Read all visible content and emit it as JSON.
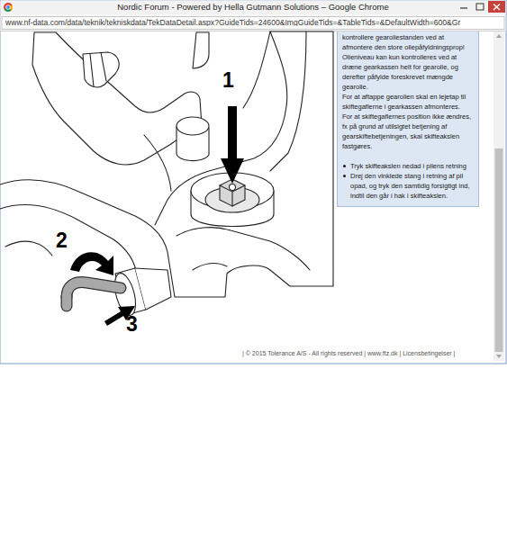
{
  "diagram": {
    "nodes": [
      {
        "text": [
          "kontrollere gearoliestanden ved at afmontere den store oliepåfyldningsprop!",
          "Olieniveau kan kun kontrolleres ved at dræne gearkassen helt for gearolie, og derefter påfylde foreskrevet mængde gearolie.",
          "For at aftappe gearolien skal en lejetap til skiftegaflerne i gearkassen afmonteres.",
          "For at skiftegaflernes position ikke ændres, fx på grund af utilsigtet betjening af gearskiftebetjeningen, skal skifteakslen fastgøres.",
          "Tryk skifteakslen nedad i pilens retning",
          "Drej den vinklede stang i retning af pil opad, og tryk den samtidig forsigtigt ind, indtil den går i hak i skifteakslen."
        ]
      }
    ],
    "edges": [],
    "labels": [
      "Nordic Forum - Powered by Hella Gutmann Solutions – Google Chrome",
      "www.nf-data.com/data/teknik/tekniskdata/TekDataDetail.aspx?GuideTids=24600&ImgGuideTids=&TableTids=&DefaultWidth=600&Gr",
      "1",
      "2",
      "3",
      "| © 2015 Tolerance A/S - All rights reserved | www.ftz.dk | Licensbetingelser |"
    ]
  }
}
